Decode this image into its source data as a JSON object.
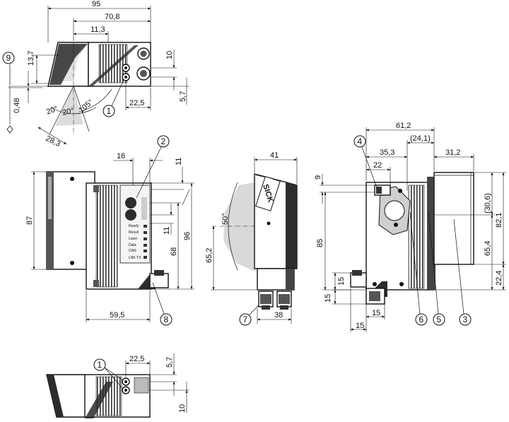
{
  "brand": "SICK",
  "view_top": {
    "dims": [
      "95",
      "70,8",
      "11,3",
      "13,7",
      "10",
      "22,5",
      "5,7",
      "0,48",
      "28,3"
    ],
    "angles": [
      "20°",
      "20°",
      "105°"
    ],
    "callouts": [
      "9",
      "1"
    ]
  },
  "view_front": {
    "dims": [
      "16",
      "11",
      "87",
      "96",
      "68",
      "11",
      "59,5"
    ],
    "callouts": [
      "2",
      "8"
    ],
    "panel_labels": [
      "Ready",
      "Result",
      "Laser",
      "Data",
      "CAN",
      "LNK TX"
    ]
  },
  "view_side": {
    "dims": [
      "41",
      "50°",
      "65,2",
      "38"
    ],
    "callouts": [
      "7"
    ]
  },
  "view_rear": {
    "dims": [
      "61,2",
      "35,3",
      "(24,1)",
      "31,2",
      "22",
      "9",
      "85",
      "(30,6)",
      "82,1",
      "65,4",
      "22,4",
      "15",
      "15",
      "15",
      "15"
    ],
    "callouts": [
      "4",
      "6",
      "5",
      "3"
    ]
  },
  "view_bottom": {
    "dims": [
      "22,5",
      "5,7",
      "10"
    ],
    "callouts": [
      "1"
    ]
  }
}
